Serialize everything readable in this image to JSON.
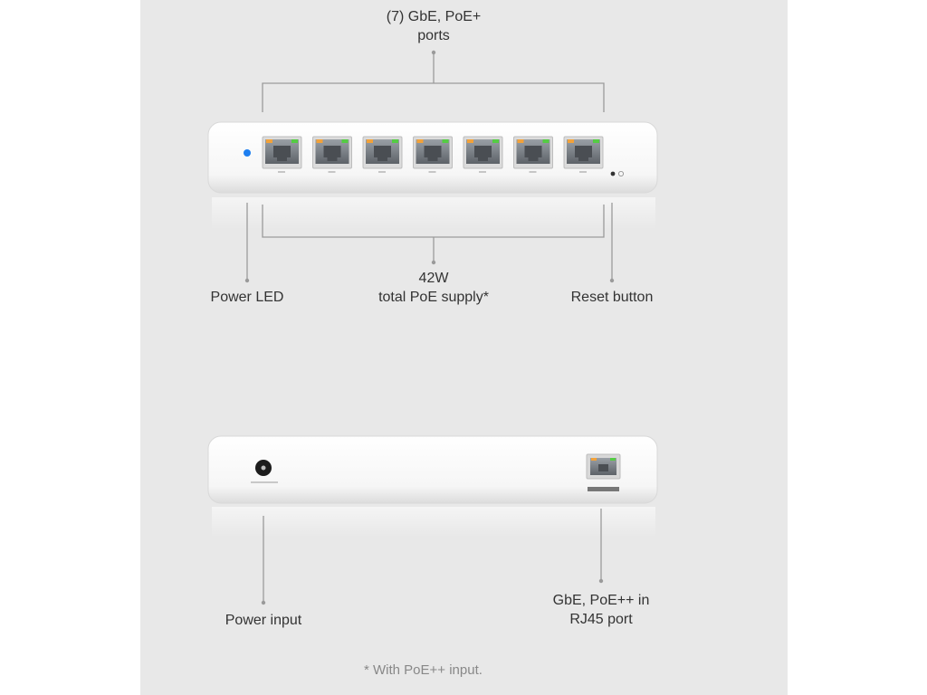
{
  "colors": {
    "panel_bg": "#e8e8e8",
    "device_body": "#f7f7f7",
    "leader_line": "#9a9a9a",
    "power_led": "#1e7ff0",
    "port_led_amber": "#f2a23a",
    "port_led_green": "#55cc44"
  },
  "front_view": {
    "port_count": 7,
    "callouts": {
      "ports": {
        "line1": "(7) GbE, PoE+",
        "line2": "ports"
      },
      "power_led": "Power LED",
      "poe_supply": {
        "line1": "42W",
        "line2": "total PoE supply*"
      },
      "reset_button": "Reset button"
    }
  },
  "rear_view": {
    "callouts": {
      "power_input": "Power input",
      "poe_in_port": {
        "line1": "GbE, PoE++ in",
        "line2": "RJ45 port"
      }
    }
  },
  "footnote": "* With PoE++ input."
}
